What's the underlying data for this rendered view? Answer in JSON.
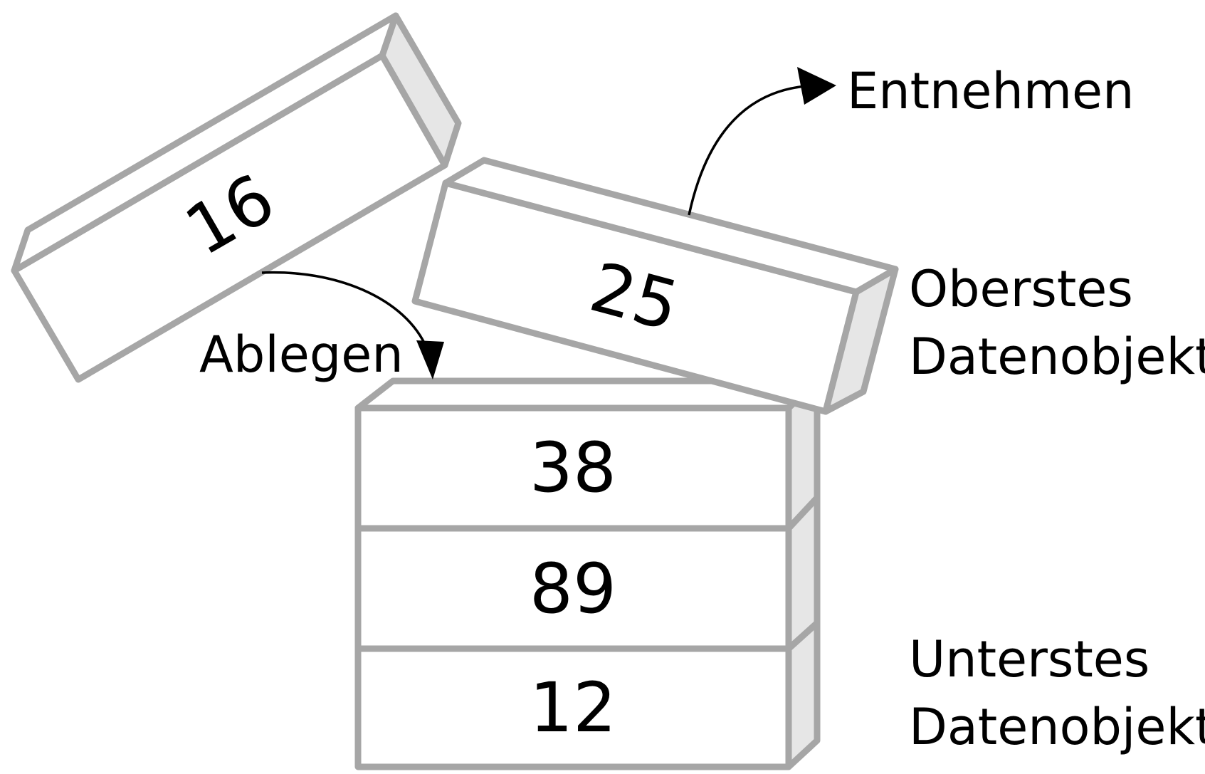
{
  "stack_values": [
    "38",
    "89",
    "12"
  ],
  "pushed_value": "16",
  "popped_value": "25",
  "labels": {
    "push": "Ablegen",
    "pop": "Entnehmen",
    "top_line1": "Oberstes",
    "top_line2": "Datenobjekt",
    "bottom_line1": "Unterstes",
    "bottom_line2": "Datenobjekt"
  },
  "colors": {
    "outline": "#a6a6a6",
    "side_fill": "#e6e6e6",
    "face_fill": "#ffffff",
    "text": "#000000"
  }
}
